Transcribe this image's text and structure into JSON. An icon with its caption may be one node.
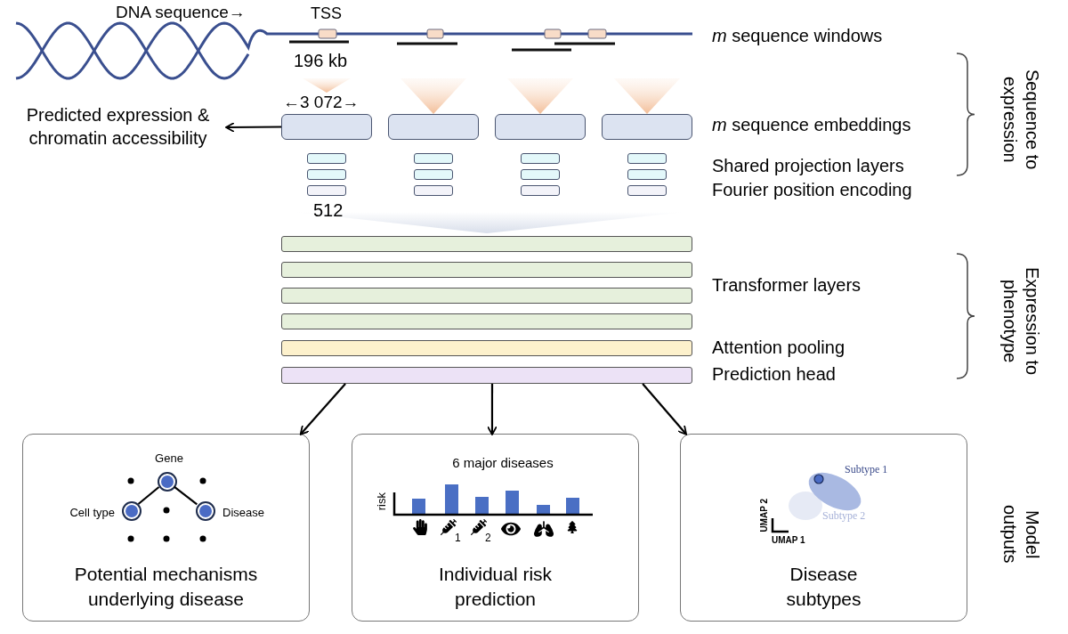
{
  "diagram": {
    "nodes": [
      {
        "text": [
          "Predicted expression & chromatin accessibility"
        ]
      },
      {
        "text": [],
        "shape": "box"
      },
      {
        "text": [],
        "shape": "box"
      },
      {
        "text": [],
        "shape": "box"
      },
      {
        "text": [],
        "shape": "box"
      },
      {
        "text": [],
        "shape": "box"
      },
      {
        "text": [],
        "shape": "box"
      },
      {
        "text": [],
        "shape": "box"
      },
      {
        "text": [],
        "shape": "box"
      },
      {
        "text": [],
        "shape": "box"
      },
      {
        "text": [],
        "shape": "box"
      },
      {
        "text": [],
        "shape": "box"
      },
      {
        "text": [],
        "shape": "box"
      },
      {
        "text": [],
        "shape": "box"
      },
      {
        "text": [],
        "shape": "box"
      },
      {
        "text": [],
        "shape": "box"
      },
      {
        "text": [],
        "shape": "box"
      },
      {
        "text": [],
        "shape": "bar"
      },
      {
        "text": [],
        "shape": "bar"
      },
      {
        "text": [],
        "shape": "bar"
      },
      {
        "text": [],
        "shape": "bar"
      },
      {
        "text": [],
        "shape": "bar"
      },
      {
        "text": [],
        "shape": "bar"
      },
      {
        "text": [
          "Potential mechanisms underlying disease"
        ]
      },
      {
        "text": [
          "Individual risk prediction"
        ]
      },
      {
        "text": [
          "Disease subtypes"
        ]
      },
      {
        "text": [],
        "shape": "circle",
        "in": 23,
        "beside": [
          "Gene"
        ]
      },
      {
        "text": [],
        "shape": "circle",
        "in": 23,
        "beside": [
          "Cell type"
        ]
      },
      {
        "text": [],
        "shape": "circle",
        "in": 23,
        "beside": [
          "Disease"
        ]
      }
    ],
    "edges": [
      {
        "from": 1,
        "to": 0,
        "arrow": "to"
      },
      {
        "from": 22,
        "to": 23,
        "arrow": "to"
      },
      {
        "from": 22,
        "to": 24,
        "arrow": "to"
      },
      {
        "from": 22,
        "to": 25,
        "arrow": "to"
      },
      {
        "from": 26,
        "to": 27,
        "arrow": "none"
      },
      {
        "from": 26,
        "to": 28,
        "arrow": "none"
      }
    ],
    "labels": [
      "DNA sequence→",
      "TSS",
      "196 kb",
      "←3 072→",
      "512",
      "*m* sequence windows",
      "*m* sequence embeddings",
      "Shared projection layers",
      "Fourier position encoding",
      "Transformer layers",
      "Attention pooling",
      "Prediction head",
      "Sequence to expression",
      "Expression to phenotype",
      "Model outputs",
      "6 major diseases",
      "risk",
      "1",
      "2",
      "Subtype 1",
      "Subtype 2",
      "UMAP 2",
      "UMAP 1"
    ]
  }
}
